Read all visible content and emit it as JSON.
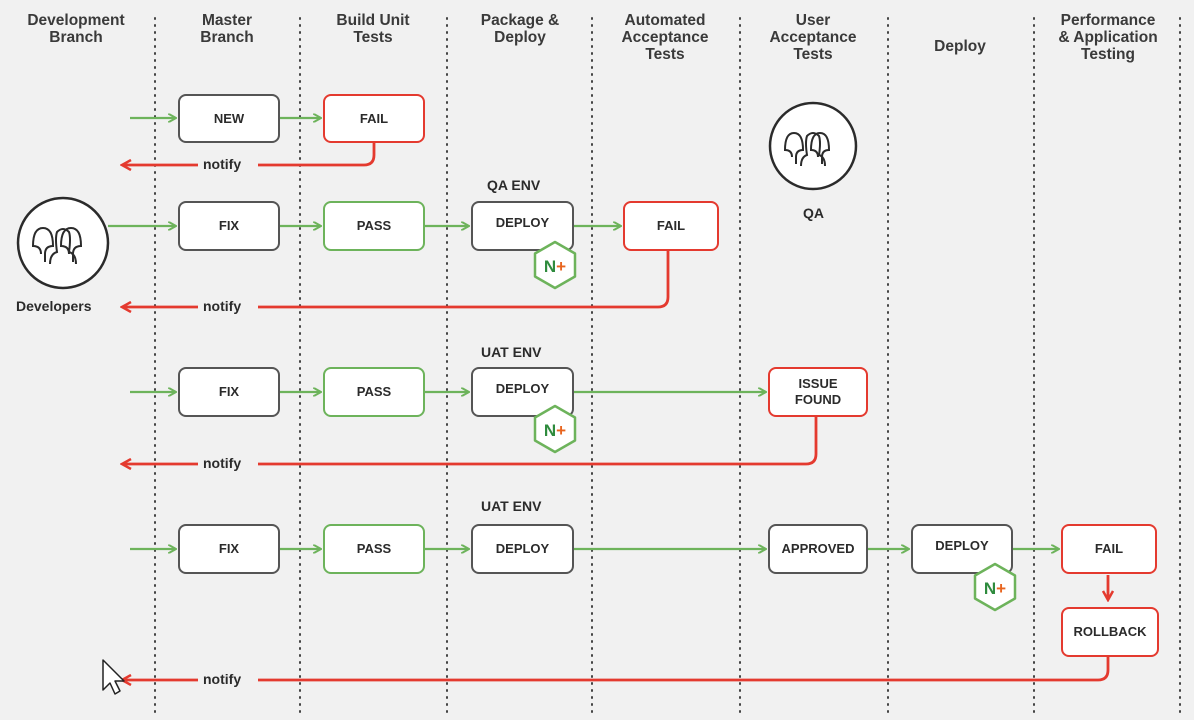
{
  "columns": [
    {
      "title": "Development\nBranch"
    },
    {
      "title": "Master\nBranch"
    },
    {
      "title": "Build Unit\nTests"
    },
    {
      "title": "Package &\nDeploy"
    },
    {
      "title": "Automated\nAcceptance\nTests"
    },
    {
      "title": "User\nAcceptance\nTests"
    },
    {
      "title": "Deploy"
    },
    {
      "title": "Performance\n& Application\nTesting"
    }
  ],
  "actors": {
    "developers": "Developers",
    "qa": "QA"
  },
  "row1": {
    "master": "NEW",
    "unit": "FAIL",
    "notify": "notify"
  },
  "row2": {
    "env": "QA ENV",
    "master": "FIX",
    "unit": "PASS",
    "deploy": "DEPLOY",
    "acceptance": "FAIL",
    "notify": "notify"
  },
  "row3": {
    "env": "UAT ENV",
    "master": "FIX",
    "unit": "PASS",
    "deploy": "DEPLOY",
    "uat": "ISSUE\nFOUND",
    "notify": "notify"
  },
  "row4": {
    "env": "UAT ENV",
    "master": "FIX",
    "unit": "PASS",
    "deploy": "DEPLOY",
    "uat": "APPROVED",
    "prod_deploy": "DEPLOY",
    "perf": "FAIL",
    "rollback": "ROLLBACK",
    "notify": "notify"
  },
  "badge_text": "N+",
  "colors": {
    "green": "#6db35b",
    "red": "#e43a2f",
    "gray": "#555555",
    "badge_n": "#2e8b3d",
    "badge_plus": "#e8651f"
  }
}
